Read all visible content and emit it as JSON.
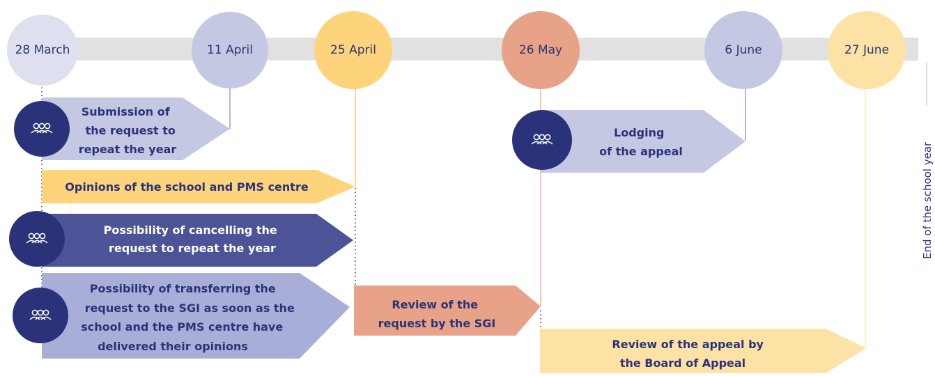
{
  "timeline": {
    "dates": [
      "28 March",
      "11 April",
      "25 April",
      "26 May",
      "6 June",
      "27 June"
    ],
    "end_label": "End of the school year"
  },
  "steps": {
    "submission": [
      "Submission of",
      "the request to",
      "repeat the year"
    ],
    "opinions": [
      "Opinions of the school and PMS centre"
    ],
    "cancelling": [
      "Possibility of cancelling the",
      "request to repeat the year"
    ],
    "transferring": [
      "Possibility of transferring the",
      "request to the SGI as soon as the",
      "school and the PMS centre have",
      "delivered their opinions"
    ],
    "review_sgi": [
      "Review of the",
      "request by the SGI"
    ],
    "lodging": [
      "Lodging",
      "of the appeal"
    ],
    "review_appeal": [
      "Review of the appeal by",
      "the Board of Appeal"
    ]
  },
  "icons": [
    "people-group-icon"
  ],
  "colors": {
    "lavender": "#c5c8e3",
    "periwinkle": "#a9aed8",
    "yellow": "#fdd37b",
    "pale_yellow": "#fde2a6",
    "salmon": "#e7a287",
    "navy": "#2a3379",
    "indigo": "#4d5397",
    "track": "#e1e1e1"
  }
}
